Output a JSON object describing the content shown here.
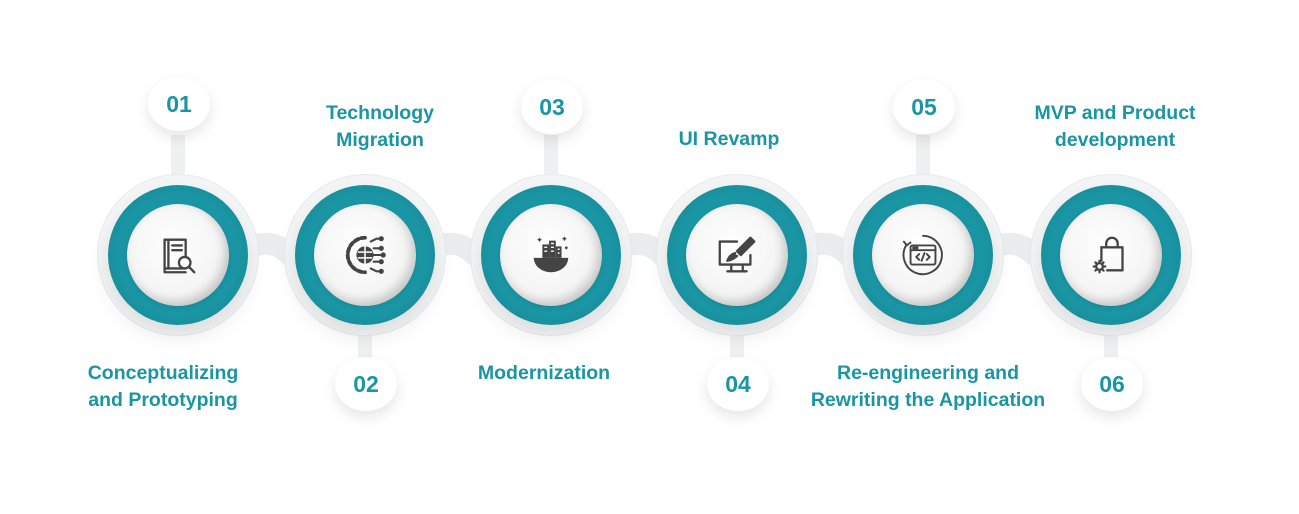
{
  "steps": [
    {
      "number": "01",
      "label_lines": [
        "Conceptualizing",
        "and Prototyping"
      ],
      "icon": "book-search-icon"
    },
    {
      "number": "02",
      "label_lines": [
        "Technology",
        "Migration"
      ],
      "icon": "gear-globe-icon"
    },
    {
      "number": "03",
      "label_lines": [
        "Modernization",
        ""
      ],
      "icon": "city-bowl-icon"
    },
    {
      "number": "04",
      "label_lines": [
        "UI Revamp",
        ""
      ],
      "icon": "monitor-brush-icon"
    },
    {
      "number": "05",
      "label_lines": [
        "Re-engineering and",
        "Rewriting the Application"
      ],
      "icon": "code-window-refresh-icon"
    },
    {
      "number": "06",
      "label_lines": [
        "MVP and Product",
        "development"
      ],
      "icon": "shopping-bag-gear-icon"
    }
  ],
  "colors": {
    "accent": "#1a95a3",
    "icon": "#444444"
  }
}
